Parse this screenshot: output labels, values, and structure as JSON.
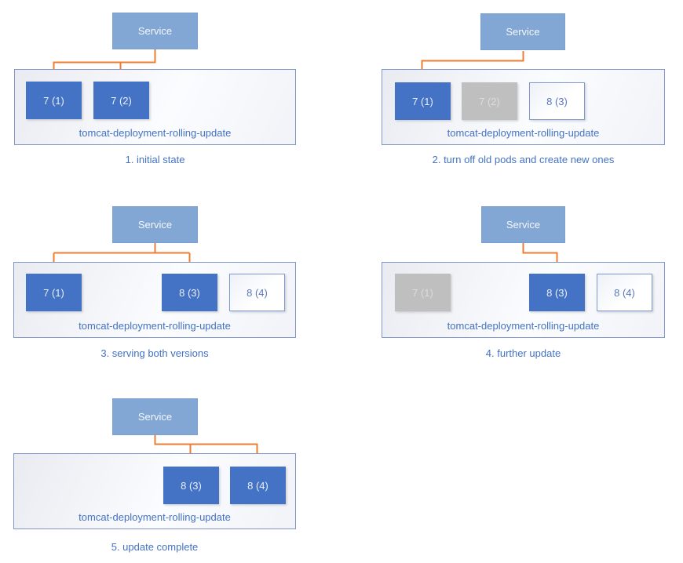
{
  "diagram": {
    "service_label": "Service",
    "deployment_label": "tomcat-deployment-rolling-update",
    "colors": {
      "service_fill": "#82A7D4",
      "pod_active": "#4472C4",
      "pod_inactive": "#BFBFBF",
      "pod_new_border": "#7E99D0",
      "arrow": "#ED7D31",
      "text_blue": "#4472C4",
      "container_border": "#8096C8"
    },
    "panels": [
      {
        "caption": "1. initial state",
        "service_routes_to": [
          "7 (1)",
          "7 (2)"
        ],
        "pods": [
          {
            "label": "7 (1)",
            "state": "active"
          },
          {
            "label": "7 (2)",
            "state": "active"
          }
        ]
      },
      {
        "caption": "2. turn off old pods and create new ones",
        "service_routes_to": [
          "7 (1)"
        ],
        "pods": [
          {
            "label": "7 (1)",
            "state": "active"
          },
          {
            "label": "7 (2)",
            "state": "inactive"
          },
          {
            "label": "8 (3)",
            "state": "new"
          }
        ]
      },
      {
        "caption": "3. serving both versions",
        "service_routes_to": [
          "7 (1)",
          "8 (3)"
        ],
        "pods": [
          {
            "label": "7 (1)",
            "state": "active"
          },
          {
            "label": "8 (3)",
            "state": "active"
          },
          {
            "label": "8 (4)",
            "state": "new"
          }
        ]
      },
      {
        "caption": "4. further update",
        "service_routes_to": [
          "8 (3)"
        ],
        "pods": [
          {
            "label": "7 (1)",
            "state": "inactive"
          },
          {
            "label": "8 (3)",
            "state": "active"
          },
          {
            "label": "8 (4)",
            "state": "new"
          }
        ]
      },
      {
        "caption": "5. update complete",
        "service_routes_to": [
          "8 (3)",
          "8 (4)"
        ],
        "pods": [
          {
            "label": "8 (3)",
            "state": "active"
          },
          {
            "label": "8 (4)",
            "state": "active"
          }
        ]
      }
    ]
  }
}
